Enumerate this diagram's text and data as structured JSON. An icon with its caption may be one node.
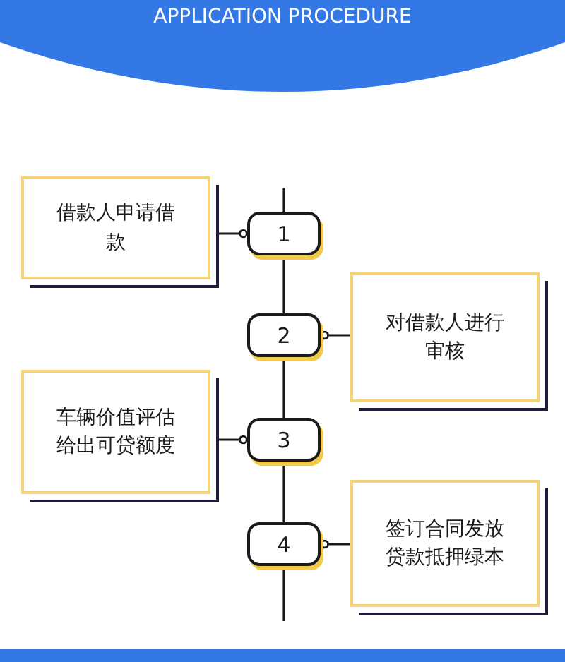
{
  "diagram": {
    "title": "APPLICATION PROCEDURE",
    "nodes": [
      {
        "text": [
          "借款人申请借款"
        ]
      },
      {
        "text": [
          "1"
        ]
      },
      {
        "text": [
          "2"
        ]
      },
      {
        "text": [
          "对借款人进行审核"
        ]
      },
      {
        "text": [
          "车辆价值评估给出可贷额度"
        ]
      },
      {
        "text": [
          "3"
        ]
      },
      {
        "text": [
          "4"
        ]
      },
      {
        "text": [
          "签订合同发放贷款抵押绿本"
        ]
      }
    ],
    "edges": [
      {
        "from": null,
        "to": 1,
        "arrow": "none"
      },
      {
        "from": 0,
        "to": 1,
        "arrow": "other"
      },
      {
        "from": 1,
        "to": 2,
        "arrow": "none"
      },
      {
        "from": 3,
        "to": 2,
        "arrow": "other"
      },
      {
        "from": 2,
        "to": 5,
        "arrow": "none"
      },
      {
        "from": 4,
        "to": 5,
        "arrow": "other"
      },
      {
        "from": 5,
        "to": 6,
        "arrow": "none"
      },
      {
        "from": 7,
        "to": 6,
        "arrow": "other"
      },
      {
        "from": 6,
        "to": null,
        "arrow": "none"
      }
    ]
  }
}
